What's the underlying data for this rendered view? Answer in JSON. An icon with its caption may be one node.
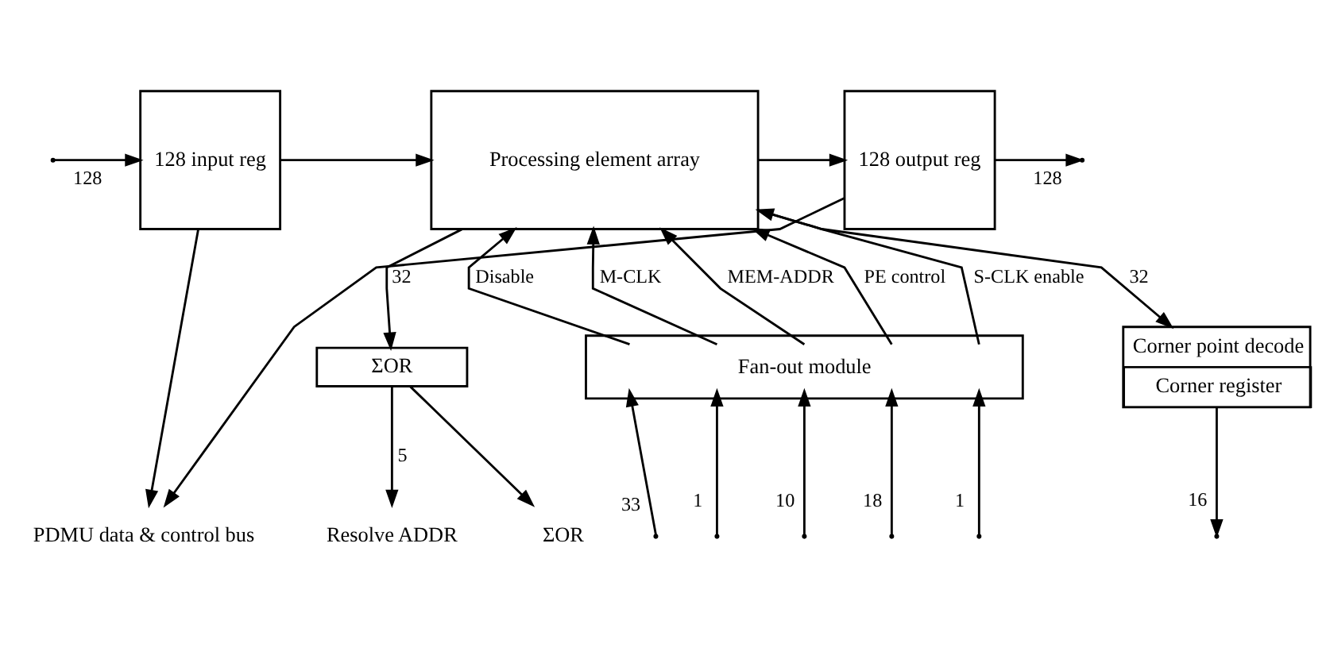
{
  "diagram": {
    "nodes": [
      {
        "text": [
          "128 input reg"
        ]
      },
      {
        "text": [
          "Processing element array"
        ]
      },
      {
        "text": [
          "128 output reg"
        ]
      },
      {
        "text": [
          "ΣOR"
        ]
      },
      {
        "text": [
          "Fan-out module"
        ]
      },
      {
        "text": [
          "Corner point decode",
          "Corner register"
        ]
      },
      {
        "text": [
          "Resolve ADDR"
        ]
      },
      {
        "text": [
          "ΣOR"
        ]
      },
      {
        "text": [
          "PDMU data & control bus"
        ]
      }
    ],
    "edges": [
      {
        "from": null,
        "to": 0,
        "arrow": "to",
        "label": "128"
      },
      {
        "from": 0,
        "to": 1,
        "arrow": "to"
      },
      {
        "from": 1,
        "to": 2,
        "arrow": "to"
      },
      {
        "from": 2,
        "to": null,
        "arrow": "to",
        "label": "128"
      },
      {
        "from": 0,
        "to": 8,
        "arrow": "to"
      },
      {
        "from": 2,
        "to": 8,
        "arrow": "to"
      },
      {
        "from": 1,
        "to": 3,
        "arrow": "to",
        "label": "32"
      },
      {
        "from": 1,
        "to": 5,
        "arrow": "to",
        "label": "32"
      },
      {
        "from": 4,
        "to": 1,
        "arrow": "to",
        "label": "Disable"
      },
      {
        "from": 4,
        "to": 1,
        "arrow": "to",
        "label": "M-CLK"
      },
      {
        "from": 4,
        "to": 1,
        "arrow": "to",
        "label": "MEM-ADDR"
      },
      {
        "from": 4,
        "to": 1,
        "arrow": "to",
        "label": "PE control"
      },
      {
        "from": 4,
        "to": 1,
        "arrow": "to",
        "label": "S-CLK enable"
      },
      {
        "from": null,
        "to": 4,
        "arrow": "to",
        "label": "33"
      },
      {
        "from": null,
        "to": 4,
        "arrow": "to",
        "label": "1"
      },
      {
        "from": null,
        "to": 4,
        "arrow": "to",
        "label": "10"
      },
      {
        "from": null,
        "to": 4,
        "arrow": "to",
        "label": "18"
      },
      {
        "from": null,
        "to": 4,
        "arrow": "to",
        "label": "1"
      },
      {
        "from": 3,
        "to": 6,
        "arrow": "to",
        "label": "5"
      },
      {
        "from": 3,
        "to": 7,
        "arrow": "to"
      },
      {
        "from": 5,
        "to": null,
        "arrow": "to",
        "label": "16"
      }
    ]
  }
}
